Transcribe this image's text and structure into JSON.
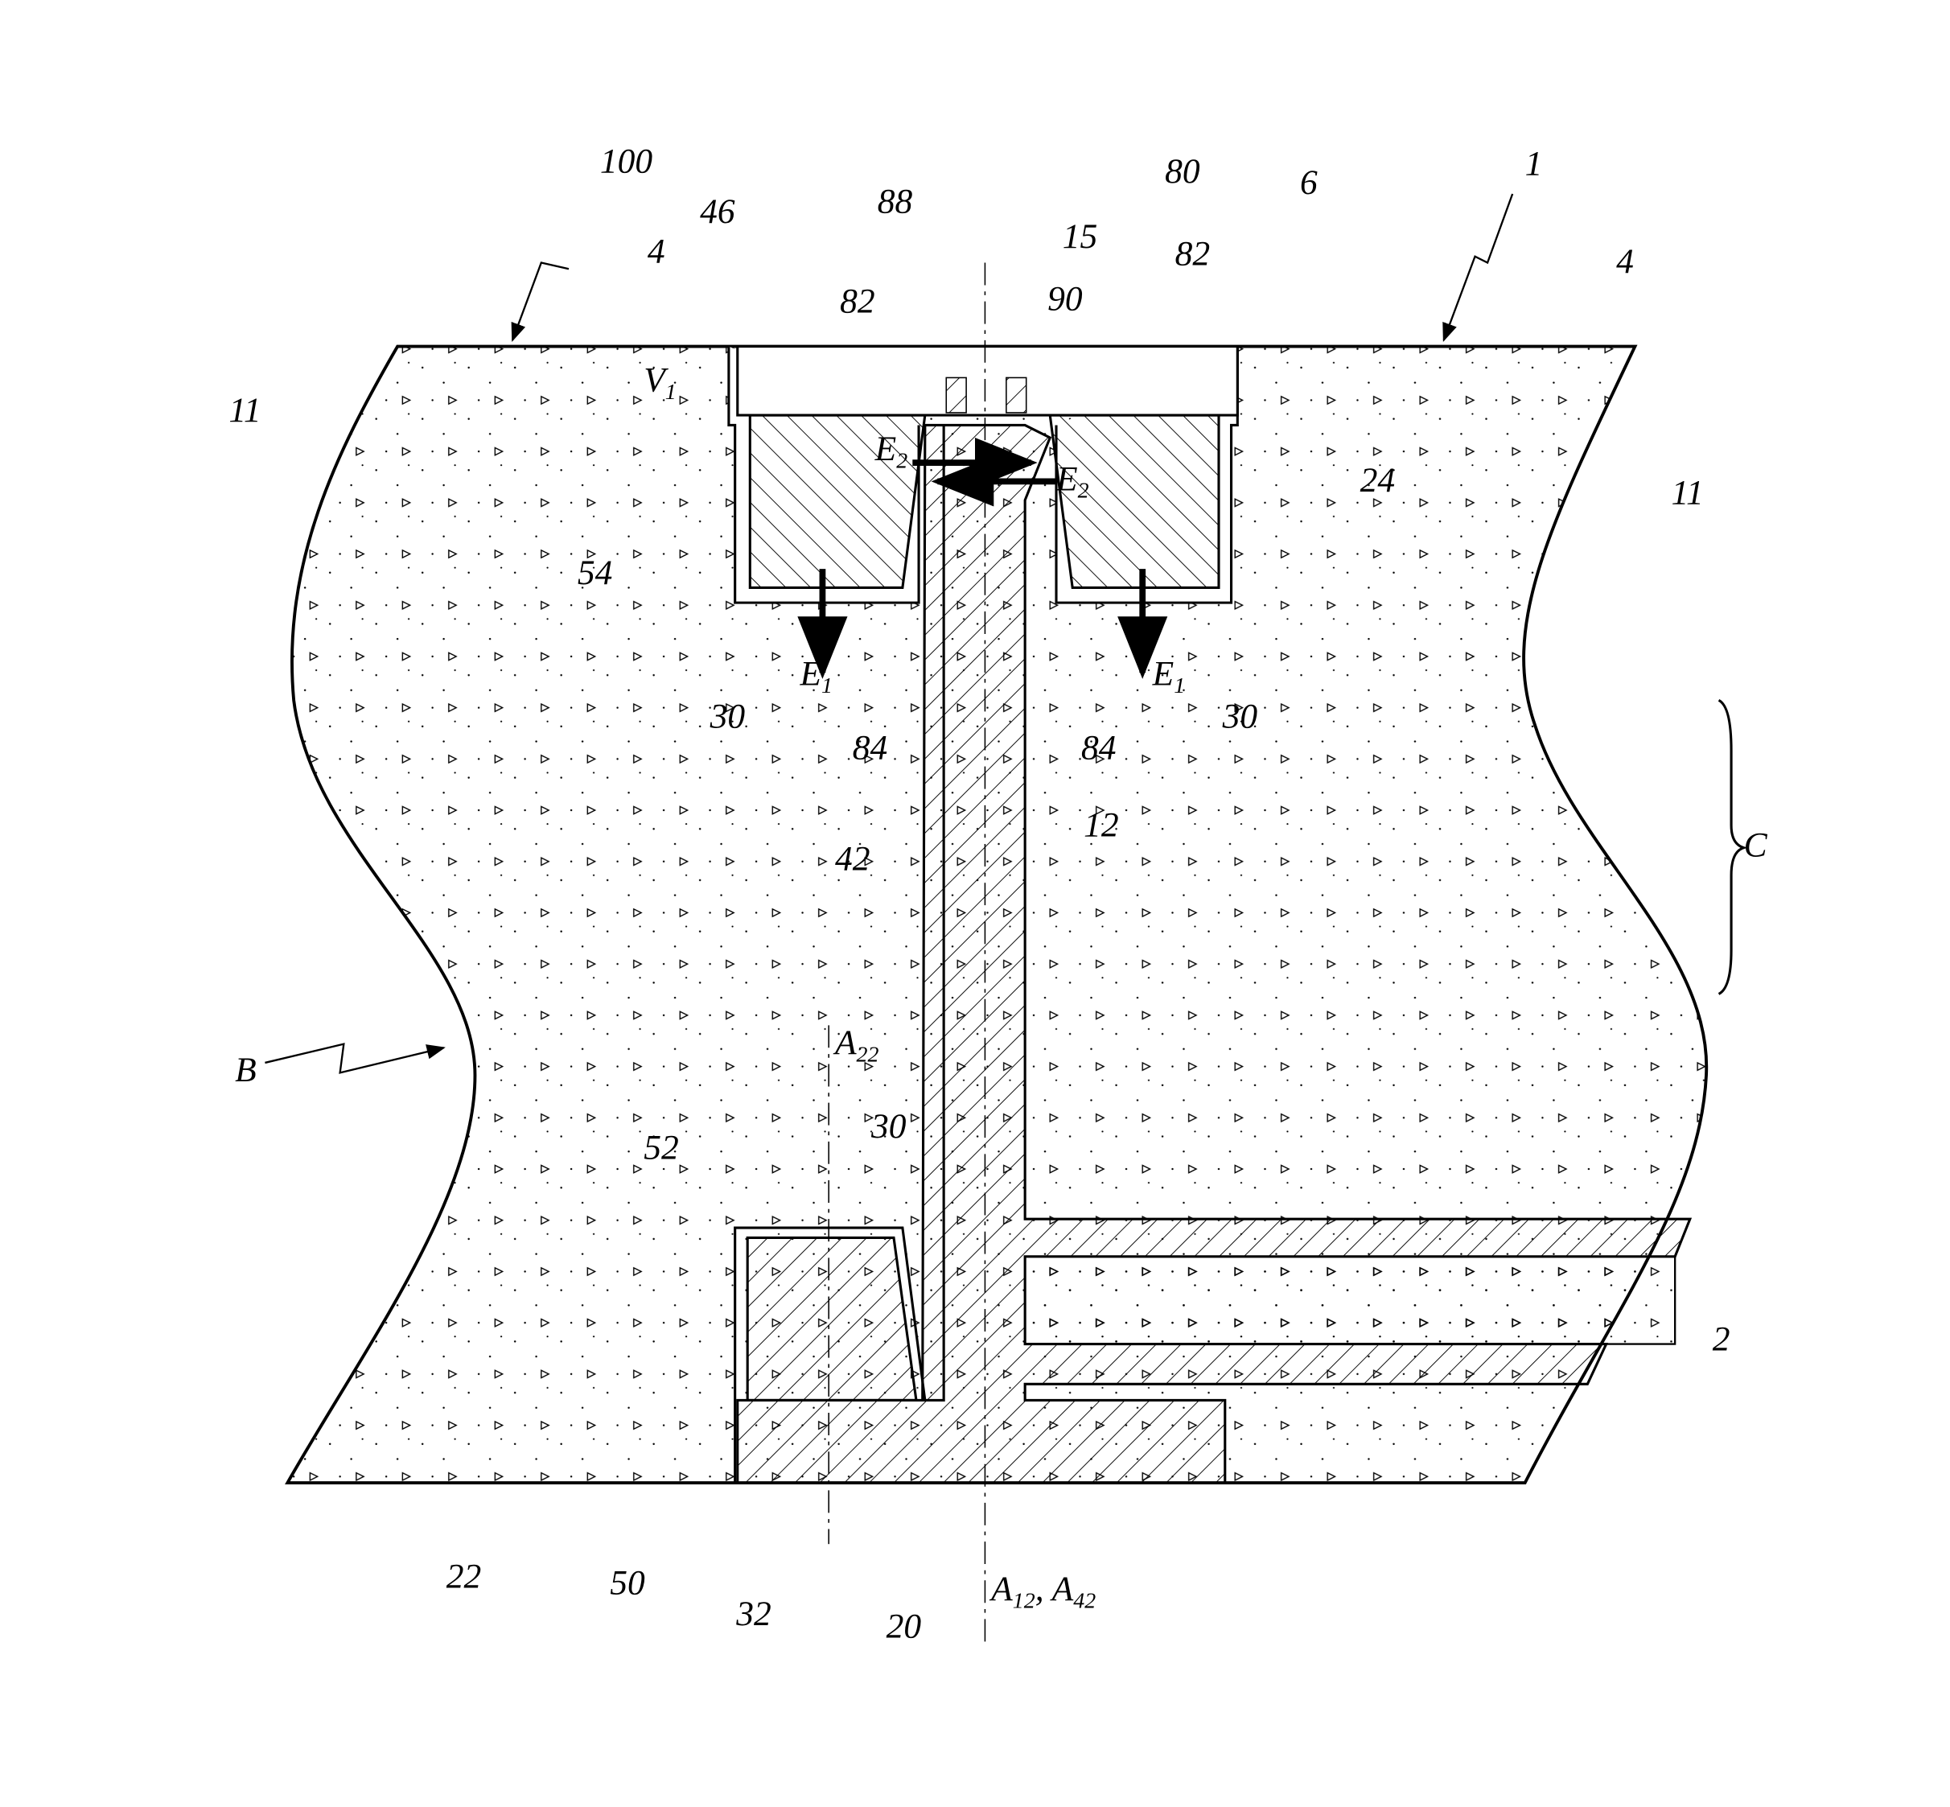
{
  "labels": {
    "l100": "100",
    "l46": "46",
    "l4a": "4",
    "l88": "88",
    "l15": "15",
    "l80": "80",
    "l6": "6",
    "l1": "1",
    "l4b": "4",
    "l82a": "82",
    "l90": "90",
    "l82b": "82",
    "V1": {
      "main": "V",
      "sub": "1"
    },
    "l11a": "11",
    "l11b": "11",
    "E2a": {
      "main": "E",
      "sub": "2"
    },
    "E2b": {
      "main": "E",
      "sub": "2"
    },
    "l24": "24",
    "l54": "54",
    "l30a": "30",
    "E1a": {
      "main": "E",
      "sub": "1"
    },
    "E1b": {
      "main": "E",
      "sub": "1"
    },
    "l84a": "84",
    "l84b": "84",
    "l30b": "30",
    "C": "C",
    "l12": "12",
    "l42": "42",
    "A22": {
      "main": "A",
      "sub": "22"
    },
    "B": "B",
    "l30c": "30",
    "l52": "52",
    "l2": "2",
    "l22": "22",
    "l50": "50",
    "l32": "32",
    "l20": "20",
    "A1242": {
      "main": "A",
      "sub1": "12",
      "sep": ", A",
      "sub2": "42"
    }
  }
}
